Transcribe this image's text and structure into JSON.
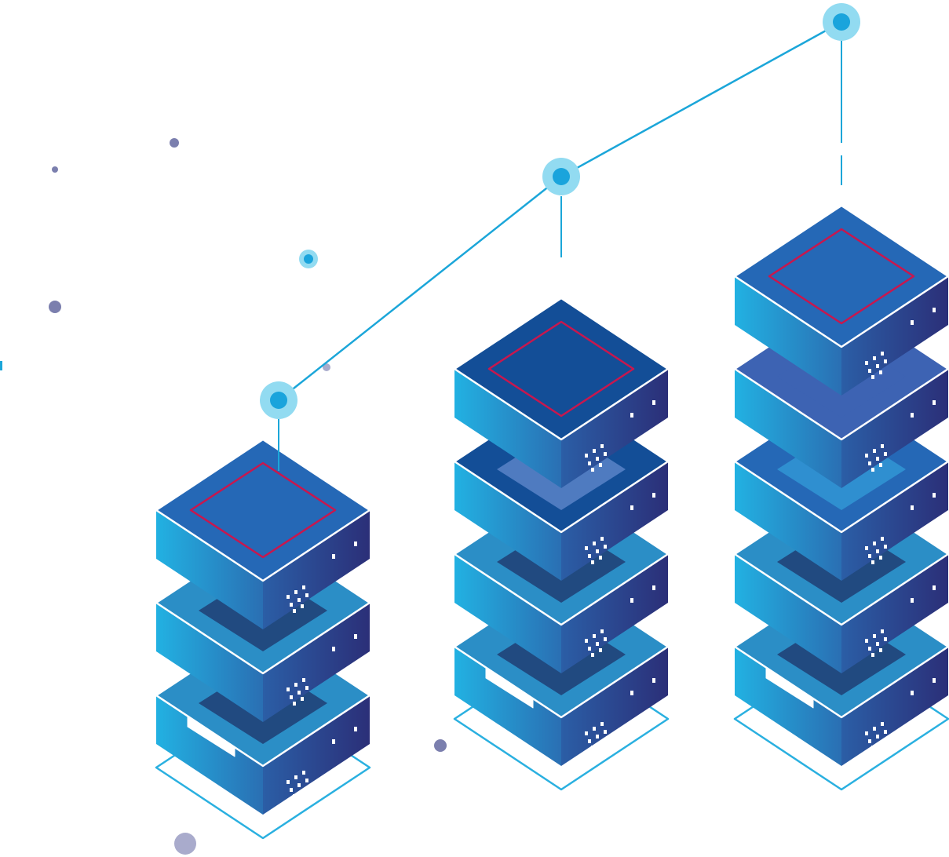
{
  "palette": {
    "dot": "#7b7fae",
    "dot_light": "#a9abcc",
    "line": "#1ba6d9",
    "node_halo": "#92dbf1",
    "node_core": "#1aa4dc",
    "outline": "#2ab0e0",
    "side_left": "#22aee0",
    "side_right": "#2b2f78",
    "trim": "#ffffff",
    "top_dark": "#134e97",
    "top_mid": "#2568b6",
    "top_light": "#3d63b3",
    "top_cyan": "#2b8ec6",
    "inner_square": "#c8174e",
    "recess": "#214a80",
    "recess_light": "#4f7bc0",
    "recess_cyan": "#2f8fd0"
  },
  "stacks": [
    {
      "name": "stack-small",
      "layers": 3
    },
    {
      "name": "stack-medium",
      "layers": 4
    },
    {
      "name": "stack-large",
      "layers": 5
    }
  ],
  "icons": [
    "server-stack-icon",
    "growth-line-icon",
    "node-marker-icon"
  ]
}
